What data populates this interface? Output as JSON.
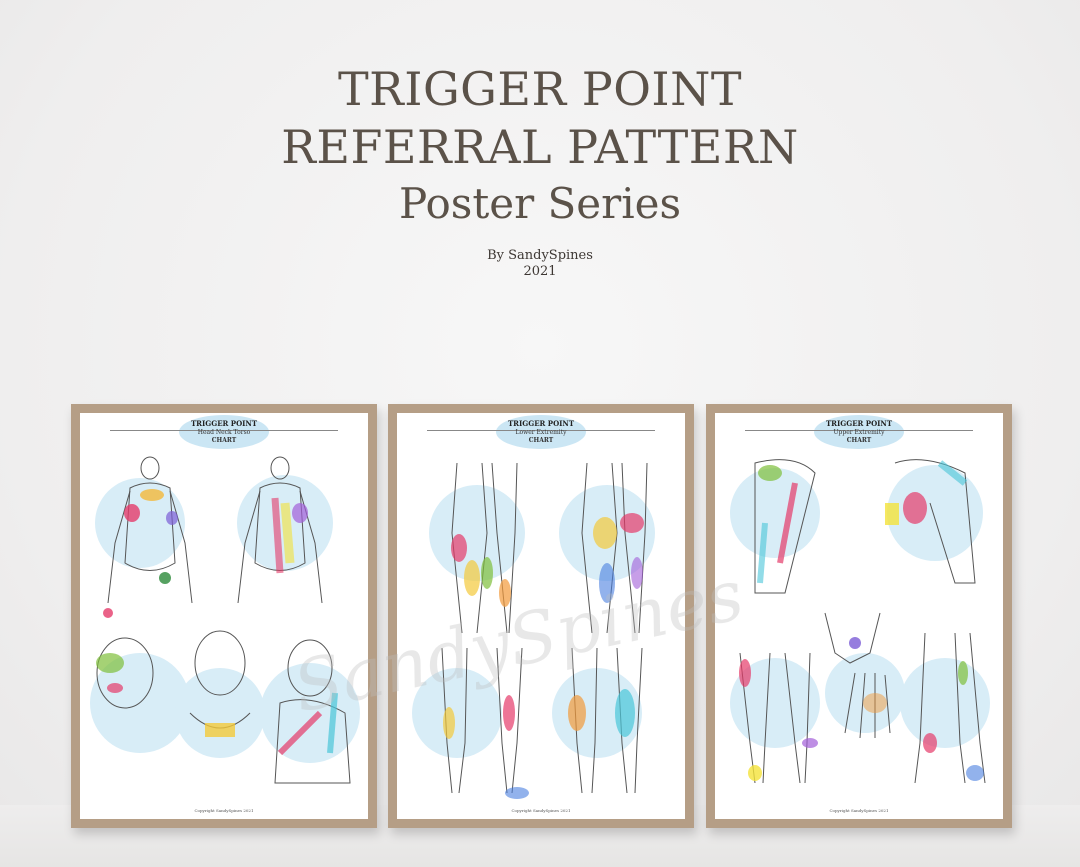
{
  "header": {
    "line1": "TRIGGER POINT",
    "line2": "REFERRAL PATTERN",
    "line3": "Poster Series",
    "author": "By SandySpines",
    "year": "2021"
  },
  "posters": [
    {
      "title": "TRIGGER POINT",
      "subtitle": "Head Neck Torso",
      "chart": "CHART",
      "copyright": "Copyright SandySpines 2021"
    },
    {
      "title": "TRIGGER POINT",
      "subtitle": "Lower Extremity",
      "chart": "CHART",
      "copyright": "Copyright SandySpines 2021"
    },
    {
      "title": "TRIGGER POINT",
      "subtitle": "Upper Extremity",
      "chart": "CHART",
      "copyright": "Copyright SandySpines 2021"
    }
  ],
  "colors": {
    "title_text": "#5b5249",
    "frame": "#b59e86",
    "highlight_blue": "#8cc8e6"
  }
}
